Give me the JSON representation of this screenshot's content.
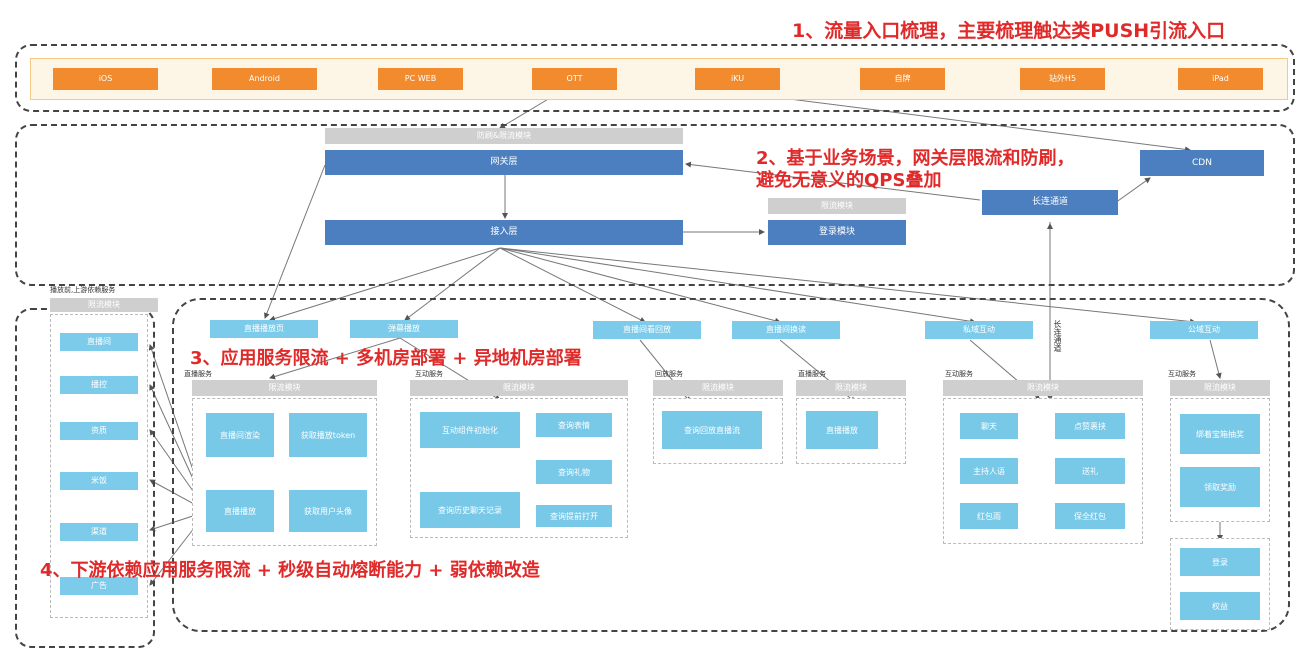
{
  "annotations": {
    "a1": "1、流量入口梳理，主要梳理触达类PUSH引流入口",
    "a2_line1": "2、基于业务场景，网关层限流和防刷，",
    "a2_line2": "避免无意义的QPS叠加",
    "a3": "3、应用服务限流 + 多机房部署 + 异地机房部署",
    "a4": "4、下游依赖应用服务限流 + 秒级自动熔断能力 + 弱依赖改造"
  },
  "entries": [
    "iOS",
    "Android",
    "PC WEB",
    "OTT",
    "iKU",
    "自牌",
    "站外H5",
    "iPad"
  ],
  "gateway": {
    "top_gray": "防刷&限流模块",
    "gateway_layer": "网关层",
    "access_layer": "接入层",
    "limit_gray": "限流模块",
    "login_module": "登录模块",
    "long_conn": "长连通道",
    "cdn": "CDN"
  },
  "left_dep": {
    "title": "播放前,上游依赖服务",
    "gray": "限流模块",
    "items": [
      "直播间",
      "播控",
      "资质",
      "米饭",
      "渠道",
      "广告"
    ]
  },
  "row_services": [
    "直播播放页",
    "弹幕播放",
    "直播间看回放",
    "直播间换读",
    "私域互动",
    "公域互动"
  ],
  "vertical_label": "长连通道",
  "services": [
    {
      "label": "直播服务",
      "gray": "限流模块",
      "items": [
        "直播间渲染",
        "获取播放token",
        "直播播放",
        "获取用户头像"
      ]
    },
    {
      "label": "互动服务",
      "gray": "限流模块",
      "items": [
        "互动组件初始化",
        "查询表情",
        "查询礼物",
        "查询历史聊天记录",
        "查询提前打开"
      ]
    },
    {
      "label": "回放服务",
      "gray": "限流模块",
      "items": [
        "查询回放直播流"
      ]
    },
    {
      "label": "直播服务",
      "gray": "限流模块",
      "items": [
        "直播播放"
      ]
    },
    {
      "label": "互动服务",
      "gray": "限流模块",
      "items": [
        "聊天",
        "点赞裹挟",
        "主持人语",
        "送礼",
        "红包雨",
        "保全红包"
      ]
    },
    {
      "label": "互动服务",
      "gray": "限流模块",
      "items": [
        "绑着宝箱抽奖",
        "领取奖励",
        "登录",
        "权益"
      ]
    }
  ]
}
